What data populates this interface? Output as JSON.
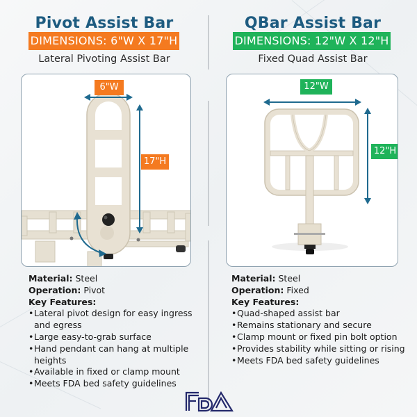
{
  "colors": {
    "title_blue": "#1d5b80",
    "orange": "#f47a20",
    "green": "#1fb35a",
    "arrow_blue": "#1f6a8f",
    "fda_navy": "#23286b",
    "bar_beige": "#e8e1d3"
  },
  "left": {
    "title": "Pivot Assist Bar",
    "dimensions": "DIMENSIONS: 6\"W X 17\"H",
    "subtitle": "Lateral Pivoting Assist Bar",
    "image": {
      "width_label": "6\"W",
      "height_label": "17\"H",
      "icon": "pivot-rotation-arrow-icon"
    },
    "material_label": "Material:",
    "material_value": "Steel",
    "operation_label": "Operation:",
    "operation_value": "Pivot",
    "features_label": "Key Features:",
    "features": [
      "Lateral pivot design for easy ingress and egress",
      "Large easy-to-grab surface",
      "Hand pendant can hang at multiple heights",
      "Available in fixed or clamp mount",
      "Meets FDA bed safety guidelines"
    ]
  },
  "right": {
    "title": "QBar Assist Bar",
    "dimensions": "DIMENSIONS: 12\"W X 12\"H",
    "subtitle": "Fixed Quad Assist Bar",
    "image": {
      "width_label": "12\"W",
      "height_label": "12\"H"
    },
    "material_label": "Material:",
    "material_value": "Steel",
    "operation_label": "Operation:",
    "operation_value": "Fixed",
    "features_label": "Key Features:",
    "features": [
      "Quad-shaped assist bar",
      "Remains stationary and secure",
      "Clamp mount or fixed pin bolt option",
      "Provides stability while sitting or rising",
      "Meets FDA bed safety guidelines"
    ]
  },
  "footer": {
    "logo": "FDA"
  }
}
